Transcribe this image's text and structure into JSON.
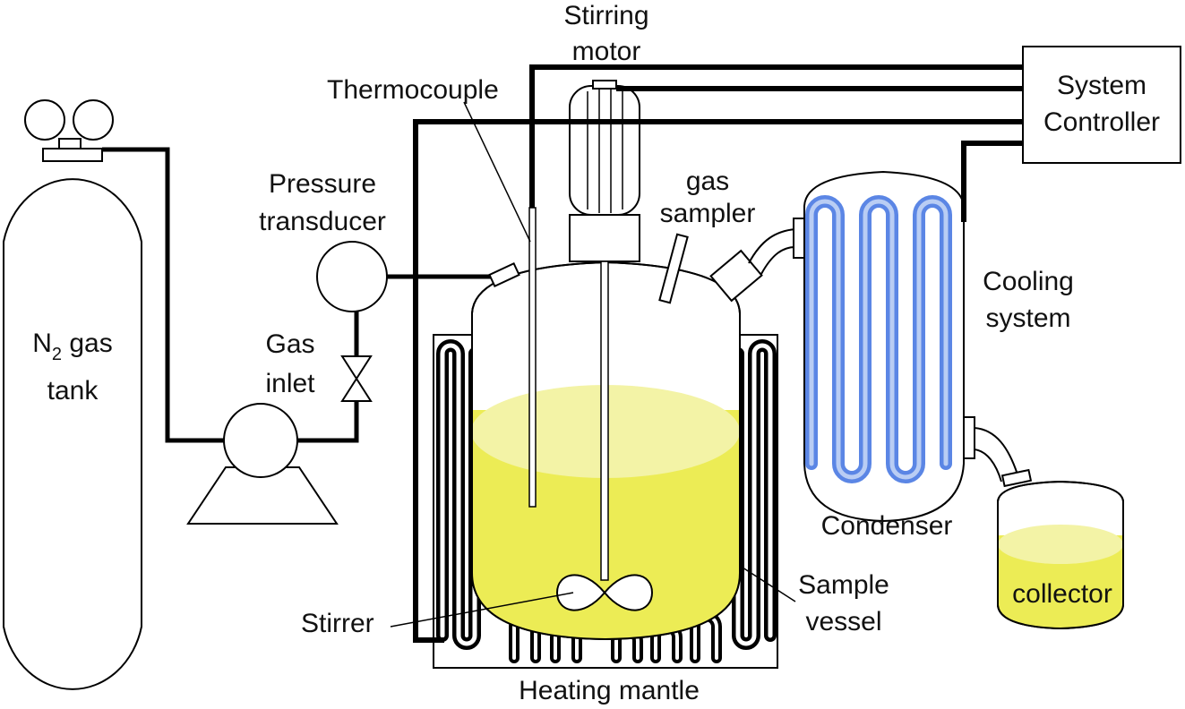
{
  "labels": {
    "stirring_motor_line1": "Stirring",
    "stirring_motor_line2": "motor",
    "thermocouple": "Thermocouple",
    "system_controller_line1": "System",
    "system_controller_line2": "Controller",
    "pressure_transducer_line1": "Pressure",
    "pressure_transducer_line2": "transducer",
    "gas_sampler_line1": "gas",
    "gas_sampler_line2": "sampler",
    "cooling_system_line1": "Cooling",
    "cooling_system_line2": "system",
    "gas_inlet_line1": "Gas",
    "gas_inlet_line2": "inlet",
    "tank_line1_prefix": "N",
    "tank_line1_subscript": "2",
    "tank_line1_suffix": " gas",
    "tank_line2": "tank",
    "condenser": "Condenser",
    "collector": "collector",
    "sample_vessel_line1": "Sample",
    "sample_vessel_line2": "vessel",
    "stirrer": "Stirrer",
    "heating_mantle": "Heating mantle"
  },
  "colors": {
    "liquid": "#ecec55",
    "liquid_surface": "#f3f3a6",
    "cooling_coil": "#5b86e5",
    "cooling_coil_light": "#b9cdf4",
    "line": "#000000",
    "background": "#ffffff"
  }
}
